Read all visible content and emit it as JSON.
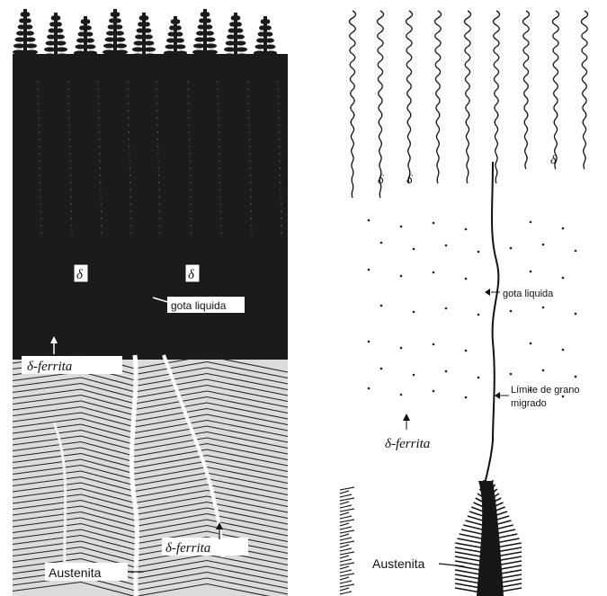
{
  "left_panel": {
    "delta_1": "δ",
    "delta_2": "δ",
    "gota_liquida": "gota liquida",
    "delta_ferrita_upper": "δ-ferrita",
    "delta_ferrita_lower": "δ-ferrita",
    "austenita": "Austenita"
  },
  "right_panel": {
    "delta_1": "δ",
    "delta_2": "δ",
    "delta_3": "δ",
    "gota_liquida": "gota liquida",
    "limite_line1": "Límite de grano",
    "limite_line2": "migrado",
    "delta_ferrita": "δ-ferrita",
    "austenita": "Austenita"
  },
  "colors": {
    "ink": "#111111",
    "paper": "#ffffff",
    "dark_fill": "#1b1b1b"
  }
}
